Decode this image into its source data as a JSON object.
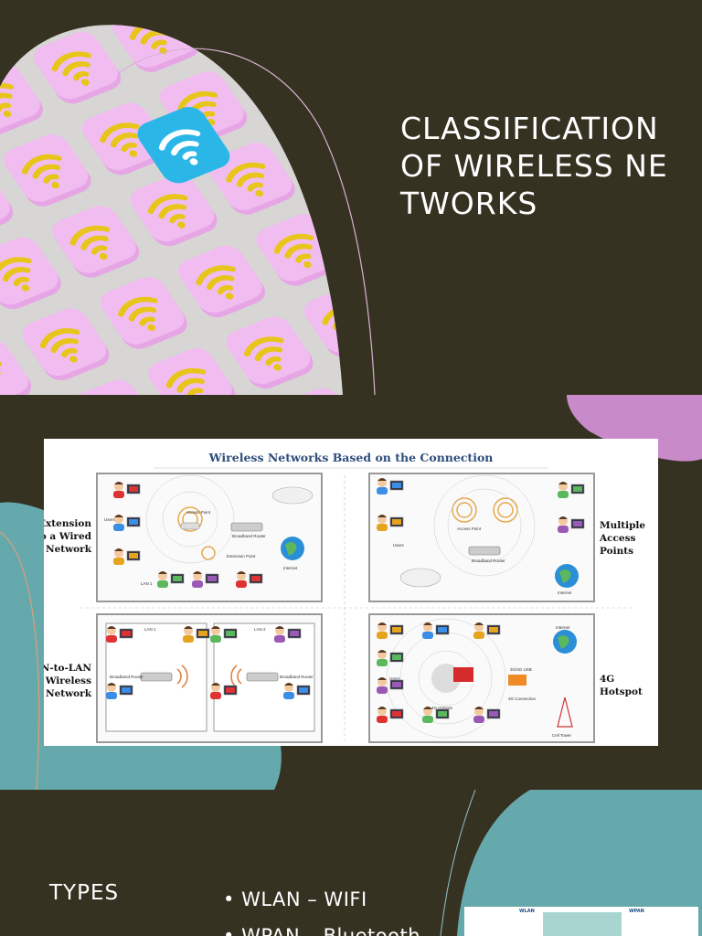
{
  "slide1": {
    "title": "CLASSIFICATION OF WIRELESS NETWORKS"
  },
  "slide2": {
    "diagram": {
      "title": "Wireless Networks Based on the Connection",
      "panels": [
        {
          "label_lines": [
            "Extension",
            "o a Wired",
            "Network"
          ],
          "users": "Users",
          "access_point": "Access Point",
          "router": "Broadband Router",
          "extension_point": "Extension Point",
          "lan": "LAN 1",
          "internet": "Internet"
        },
        {
          "label_lines": [
            "Multiple",
            "Access",
            "Points"
          ],
          "users": "Users",
          "access_point": "Access Point",
          "router": "Broadband Router",
          "internet": "Internet"
        },
        {
          "label_lines": [
            "N-to-LAN",
            "Wireless",
            "Network"
          ],
          "lan1": "LAN 1",
          "lan2": "LAN 2",
          "router": "Broadband Router"
        },
        {
          "label_lines": [
            "4G",
            "Hotspot"
          ],
          "users": "Users",
          "hotspot": "4G Hotspot",
          "usb": "3G/4G USB",
          "connection": "3G Connection",
          "tower": "Cell Tower",
          "internet": "Internet"
        }
      ]
    }
  },
  "slide3": {
    "heading": "TYPES",
    "bullets": [
      "WLAN – WIFI",
      "WPAN – Bluetooth"
    ],
    "thumb": {
      "col1": "WLAN",
      "col2": "WPAN"
    }
  },
  "colors": {
    "background": "#363222",
    "teal": "#66a9ad",
    "pink": "#c98ac9",
    "tile": "#e6a6e6",
    "wifi_yellow": "#e8c51a",
    "wifi_blue": "#2ab7e8"
  }
}
